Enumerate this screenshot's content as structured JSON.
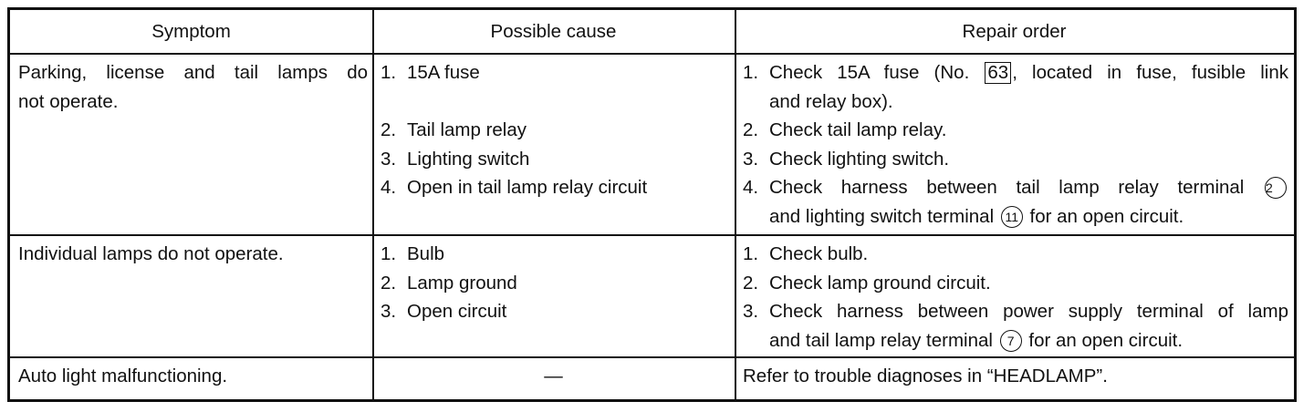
{
  "headers": {
    "symptom": "Symptom",
    "cause": "Possible cause",
    "repair": "Repair order"
  },
  "rows": [
    {
      "symptom_line1": "Parking, license and tail lamps do",
      "symptom_line2": "not operate.",
      "causes": [
        {
          "num": "1.",
          "text": "15A fuse"
        },
        {
          "num": "2.",
          "text": "Tail lamp relay"
        },
        {
          "num": "3.",
          "text": "Lighting switch"
        },
        {
          "num": "4.",
          "text": "Open in tail lamp relay circuit"
        }
      ],
      "repairs": {
        "r1": {
          "num": "1.",
          "pre": "Check 15A fuse (No.",
          "box": "63",
          "post": ", located in fuse, fusible link",
          "line2": "and relay box)."
        },
        "r2": {
          "num": "2.",
          "text": "Check tail lamp relay."
        },
        "r3": {
          "num": "3.",
          "text": "Check lighting switch."
        },
        "r4": {
          "num": "4.",
          "pre": "Check harness between tail lamp relay terminal",
          "circle": "2",
          "line2_pre": "and lighting switch terminal",
          "circle2": "11",
          "line2_post": "for an open circuit."
        }
      }
    },
    {
      "symptom": "Individual lamps do not operate.",
      "causes": [
        {
          "num": "1.",
          "text": "Bulb"
        },
        {
          "num": "2.",
          "text": "Lamp ground"
        },
        {
          "num": "3.",
          "text": "Open circuit"
        }
      ],
      "repairs": {
        "r1": {
          "num": "1.",
          "text": "Check bulb."
        },
        "r2": {
          "num": "2.",
          "text": "Check lamp ground circuit."
        },
        "r3": {
          "num": "3.",
          "line1": "Check harness between power supply terminal of lamp",
          "line2_pre": "and tail lamp relay terminal",
          "circle": "7",
          "line2_post": "for an open circuit."
        }
      }
    },
    {
      "symptom": "Auto light malfunctioning.",
      "cause": "—",
      "repair": "Refer to trouble diagnoses in “HEADLAMP”."
    }
  ]
}
